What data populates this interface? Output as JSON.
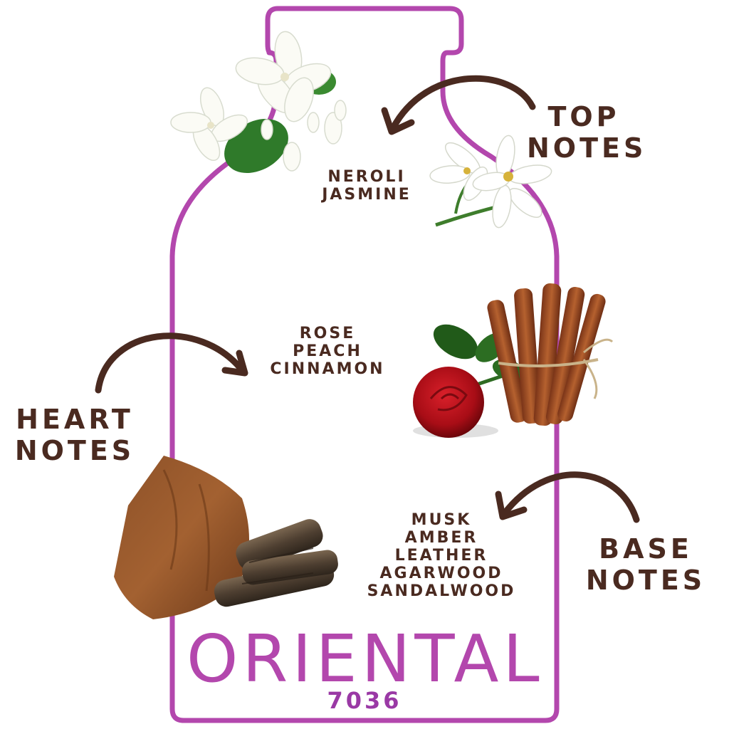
{
  "top_notes": {
    "title": [
      "TOP",
      "NOTES"
    ],
    "items": [
      "NEROLI",
      "JASMINE"
    ]
  },
  "heart_notes": {
    "title": [
      "HEART",
      "NOTES"
    ],
    "items": [
      "ROSE",
      "PEACH",
      "CINNAMON"
    ]
  },
  "base_notes": {
    "title": [
      "BASE",
      "NOTES"
    ],
    "items": [
      "MUSK",
      "AMBER",
      "LEATHER",
      "AGARWOOD",
      "SANDALWOOD"
    ]
  },
  "product": {
    "name": "ORIENTAL",
    "code": "7036"
  },
  "colors": {
    "bottle_outline": "#b347ad",
    "text": "#4a2a20",
    "arrows": "#4a2a20",
    "title": "#b347ad"
  },
  "illustrations": [
    "jasmine-flowers",
    "neroli-blossom",
    "rose",
    "cinnamon-sticks",
    "suede-leather",
    "agarwood-bark"
  ]
}
